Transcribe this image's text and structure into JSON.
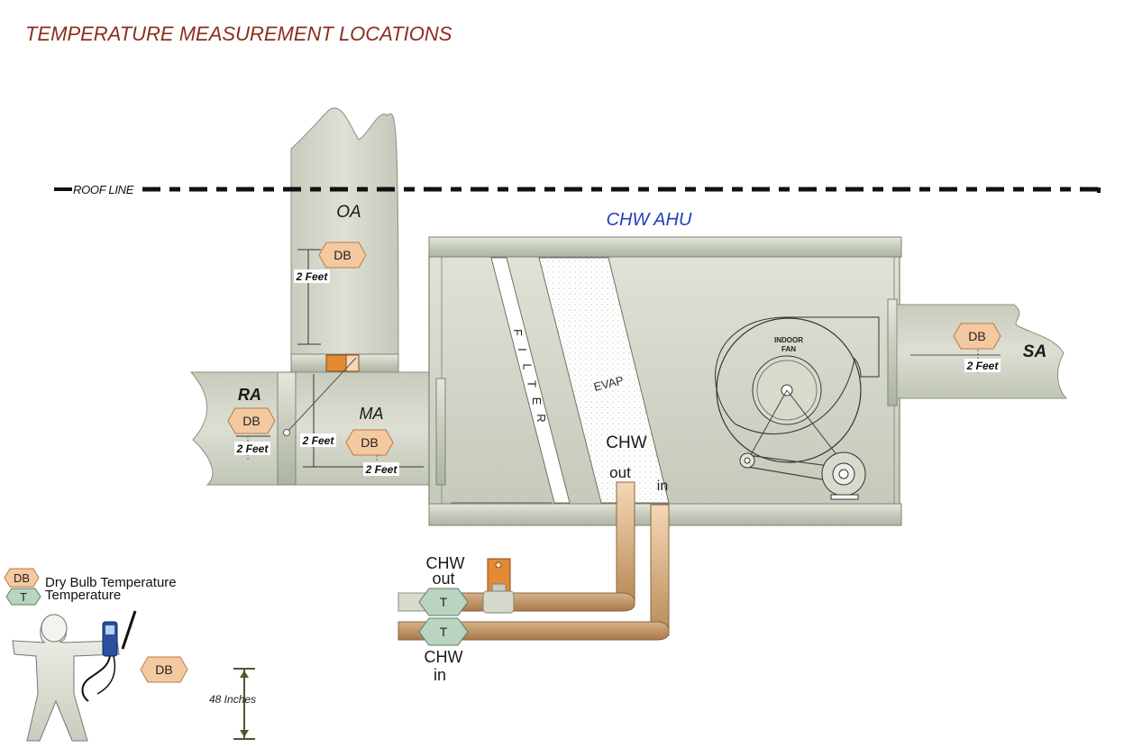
{
  "title": "TEMPERATURE MEASUREMENT LOCATIONS",
  "roof_line": "ROOF LINE",
  "ahu_label": "CHW AHU",
  "ducts": {
    "oa": "OA",
    "ra": "RA",
    "ma": "MA",
    "sa": "SA"
  },
  "sensor_db": "DB",
  "sensor_t": "T",
  "distance_2ft": "2 Feet",
  "filter": "FILTER",
  "evap": "EVAP",
  "fan": {
    "line1": "INDOOR",
    "line2": "FAN"
  },
  "chw_coil": {
    "chw": "CHW",
    "out": "out",
    "in": "in"
  },
  "chw_pipes": {
    "out_line1": "CHW",
    "out_line2": "out",
    "in_line1": "CHW",
    "in_line2": "in"
  },
  "legend": {
    "db_label": "Dry Bulb Temperature",
    "t_label": "Temperature"
  },
  "height_label": "48 Inches",
  "colors": {
    "title": "#8b2f1c",
    "ahu": "#1f3fbf",
    "db_fill": "#f5c9a0",
    "t_fill": "#b9d4c0",
    "duct": "#c9cfc0"
  }
}
